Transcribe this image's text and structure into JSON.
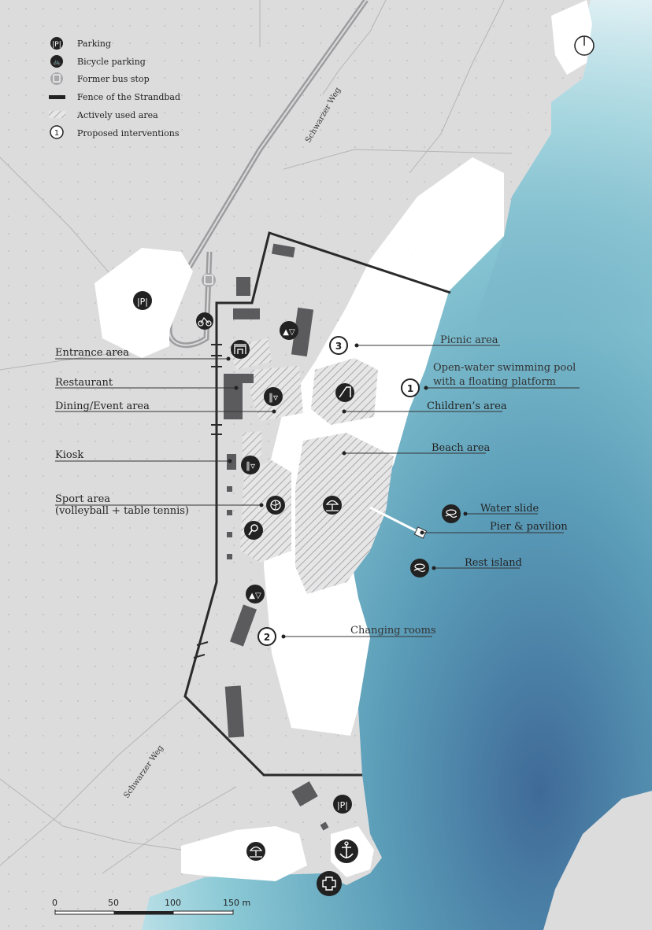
{
  "legend": {
    "items": [
      {
        "key": "parking",
        "label": "Parking",
        "icon": "parking-icon"
      },
      {
        "key": "bicycle",
        "label": "Bicycle parking",
        "icon": "bicycle-icon"
      },
      {
        "key": "bus",
        "label": "Former bus stop",
        "icon": "bus-stop-icon"
      },
      {
        "key": "fence",
        "label": "Fence of the Strandbad",
        "icon": "fence-swatch"
      },
      {
        "key": "area",
        "label": "Actively used area",
        "icon": "hatch-swatch"
      },
      {
        "key": "interv",
        "label": "Proposed interventions",
        "icon": "intervention-marker",
        "number": "1"
      }
    ]
  },
  "roads": {
    "north": "Schwarzer Weg",
    "south": "Schwarzer Weg"
  },
  "labels": {
    "entrance": "Entrance area",
    "restaurant": "Restaurant",
    "dining": "Dining/Event area",
    "kiosk": "Kiosk",
    "sport_line1": "Sport area",
    "sport_line2": "(volleyball + table tennis)",
    "picnic": "Picnic area",
    "pool_line1": "Open-water swimming pool",
    "pool_line2": "with a floating platform",
    "children": "Children’s area",
    "beach": "Beach area",
    "water_slide": "Water slide",
    "pier": "Pier & pavilion",
    "rest_island": "Rest island",
    "changing": "Changing rooms"
  },
  "interventions": {
    "picnic": "3",
    "pool": "1",
    "changing": "2"
  },
  "scale": {
    "ticks": [
      "0",
      "50",
      "100",
      "150 m"
    ]
  },
  "colors": {
    "land": "#dcdcdd",
    "beach": "#ffffff",
    "water_light": "#cfe6ec",
    "water_mid": "#74b8c9",
    "water_dark": "#4d7ea6",
    "building": "#5a5a5a",
    "fence": "#2a2a2a",
    "icon": "#222222"
  }
}
